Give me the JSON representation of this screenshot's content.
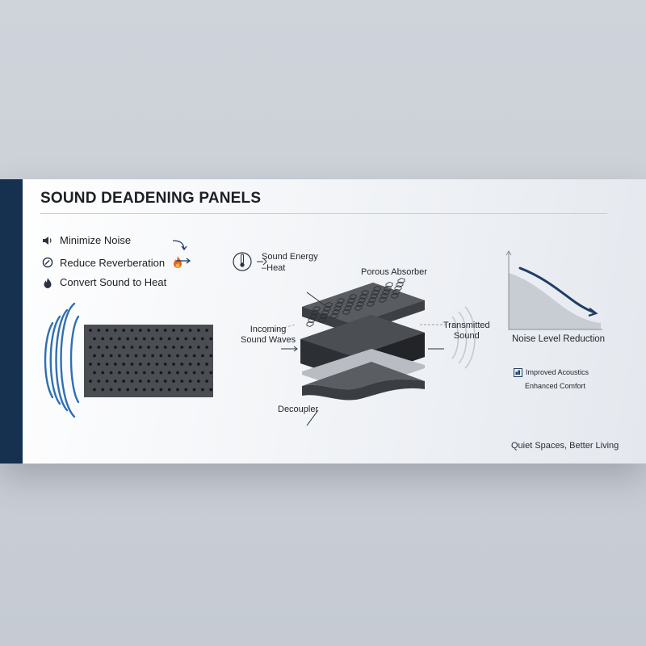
{
  "title": "SOUND DEADENING PANELS",
  "features": [
    {
      "label": "Minimize Noise",
      "icon": "speaker-icon"
    },
    {
      "label": "Reduce Reverberation",
      "icon": "gauge-icon"
    },
    {
      "label": "Convert Sound to Heat",
      "icon": "flame-icon"
    }
  ],
  "diagram": {
    "sound_energy": "Sound Energy",
    "heat": "Heat",
    "porous_absorber": "Porous Absorber",
    "incoming_line1": "Incoming",
    "incoming_line2": "Sound Waves",
    "transmitted_line1": "Transmitted",
    "transmitted_line2": "Sound",
    "decoupler": "Decoupler"
  },
  "chart": {
    "label": "Noise Level Reduction",
    "benefit1": "Improved Acoustics",
    "benefit2": "Enhanced Comfort"
  },
  "tagline": "Quiet Spaces, Better Living",
  "colors": {
    "accent_bar": "#16304f",
    "wave_blue": "#2f6fb3",
    "flame_orange": "#e8641e",
    "arrow_navy": "#1f3d66"
  }
}
